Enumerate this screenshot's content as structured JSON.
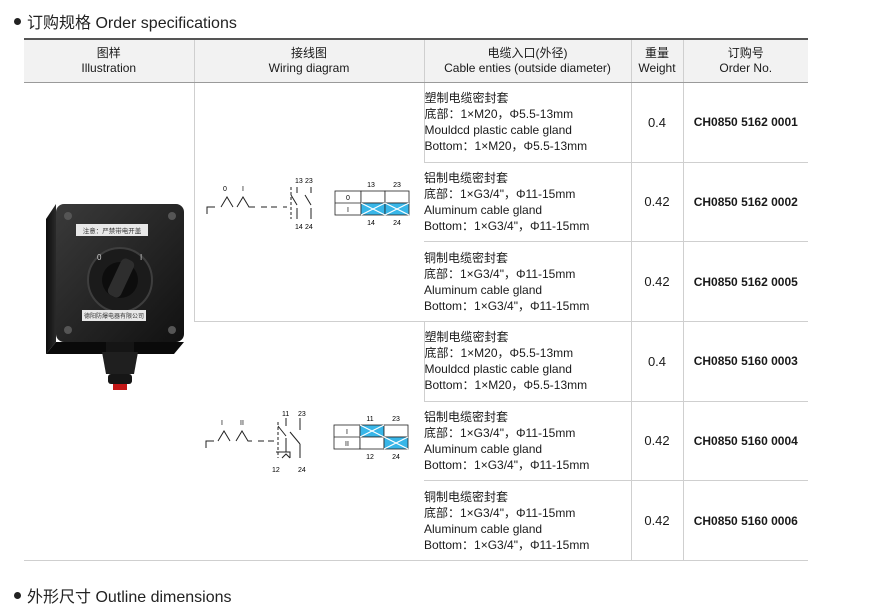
{
  "sections": {
    "top": "订购规格 Order specifications",
    "bottom": "外形尺寸 Outline dimensions"
  },
  "headers": [
    {
      "cn": "图样",
      "en": "Illustration"
    },
    {
      "cn": "接线图",
      "en": "Wiring diagram"
    },
    {
      "cn": "电缆入口(外径)",
      "en": "Cable enties (outside diameter)"
    },
    {
      "cn": "重量",
      "en": "Weight"
    },
    {
      "cn": "订购号",
      "en": "Order No."
    }
  ],
  "rows": [
    {
      "l1": "塑制电缆密封套",
      "l2": "底部：1×M20，Φ5.5-13mm",
      "l3": "Mouldcd plastic cable gland",
      "l4": "Bottom：1×M20，Φ5.5-13mm",
      "weight": "0.4",
      "order": "CH0850 5162 0001"
    },
    {
      "l1": "铝制电缆密封套",
      "l2": "底部：1×G3/4\"，Φ11-15mm",
      "l3": "Aluminum cable gland",
      "l4": "Bottom：1×G3/4\"，Φ11-15mm",
      "weight": "0.42",
      "order": "CH0850 5162 0002"
    },
    {
      "l1": "铜制电缆密封套",
      "l2": "底部：1×G3/4\"，Φ11-15mm",
      "l3": "Aluminum cable gland",
      "l4": "Bottom：1×G3/4\"，Φ11-15mm",
      "weight": "0.42",
      "order": "CH0850 5162 0005"
    },
    {
      "l1": "塑制电缆密封套",
      "l2": "底部：1×M20，Φ5.5-13mm",
      "l3": "Mouldcd plastic cable gland",
      "l4": "Bottom：1×M20，Φ5.5-13mm",
      "weight": "0.4",
      "order": "CH0850 5160 0003"
    },
    {
      "l1": "铝制电缆密封套",
      "l2": "底部：1×G3/4\"，Φ11-15mm",
      "l3": "Aluminum cable gland",
      "l4": "Bottom：1×G3/4\"，Φ11-15mm",
      "weight": "0.42",
      "order": "CH0850 5160 0004"
    },
    {
      "l1": "铜制电缆密封套",
      "l2": "底部：1×G3/4\"，Φ11-15mm",
      "l3": "Aluminum cable gland",
      "l4": "Bottom：1×G3/4\"，Φ11-15mm",
      "weight": "0.42",
      "order": "CH0850 5160 0006"
    }
  ],
  "product": {
    "label_top": "注意：严禁带电开盖",
    "label_bottom": "德阳防爆电器有限公司",
    "knob_marks": {
      "off": "0",
      "on": "I"
    }
  },
  "wiring1": {
    "positions": [
      "0",
      "I"
    ],
    "terminals_top": [
      "13",
      "23"
    ],
    "terminals_bottom": [
      "14",
      "24"
    ]
  },
  "wiring2": {
    "positions": [
      "I",
      "II"
    ],
    "terminals_top": [
      "11",
      "23"
    ],
    "terminals_bottom": [
      "12",
      "24"
    ]
  }
}
